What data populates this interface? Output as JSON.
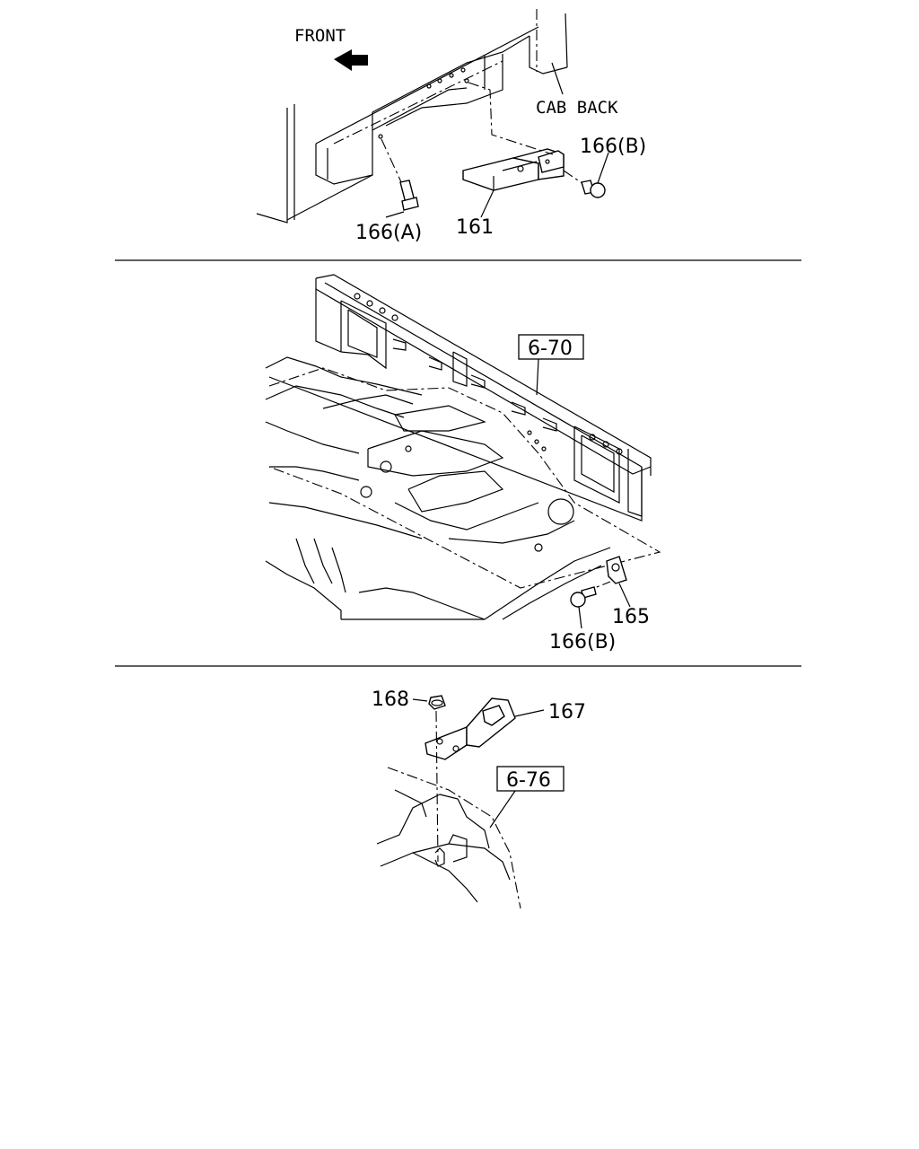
{
  "section1": {
    "front_label": "FRONT",
    "cab_back_label": "CAB BACK",
    "callouts": {
      "p166b": "166(B)",
      "p166a": "166(A)",
      "p161": "161"
    }
  },
  "section2": {
    "ref_box": "6-70",
    "callouts": {
      "p165": "165",
      "p166b": "166(B)"
    }
  },
  "section3": {
    "ref_box": "6-76",
    "callouts": {
      "p168": "168",
      "p167": "167"
    }
  }
}
